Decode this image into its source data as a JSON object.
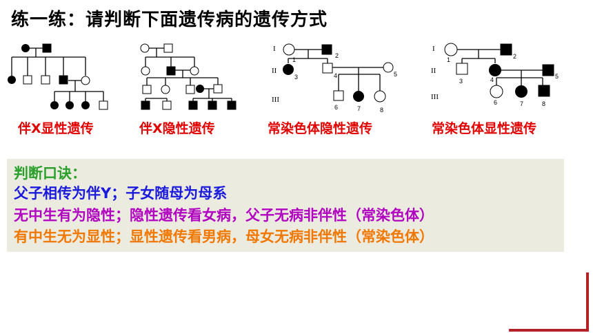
{
  "title": "练一练：请判断下面遗传病的遗传方式",
  "pedigrees": [
    {
      "caption": "伴X显性遗传",
      "generation_labels": [],
      "member_numbers": []
    },
    {
      "caption": "伴X隐性遗传",
      "generation_labels": [],
      "member_numbers": []
    },
    {
      "caption": "常染色体隐性遗传",
      "generation_labels": [
        "I",
        "II",
        "III"
      ],
      "member_numbers": [
        "1",
        "2",
        "3",
        "4",
        "5",
        "6",
        "7",
        "8"
      ]
    },
    {
      "caption": "常染色体显性遗传",
      "generation_labels": [
        "I",
        "II",
        "III"
      ],
      "member_numbers": [
        "1",
        "2",
        "3",
        "4",
        "5",
        "6",
        "7",
        "8"
      ]
    }
  ],
  "rules": {
    "heading": "判断口诀：",
    "line1": "父子相传为伴Y；子女随母为母系",
    "line2": "无中生有为隐性；隐性遗传看女病，父子无病非伴性（常染色体）",
    "line3": "有中生无为显性；显性遗传看男病，母女无病非伴性（常染色体）"
  },
  "colors": {
    "caption": "#e00000",
    "heading": "#2aa02a",
    "line1": "#1a1adc",
    "line2": "#b000c0",
    "line3": "#f07800",
    "panel": "#ecebe0",
    "decoration": "#b32025"
  }
}
